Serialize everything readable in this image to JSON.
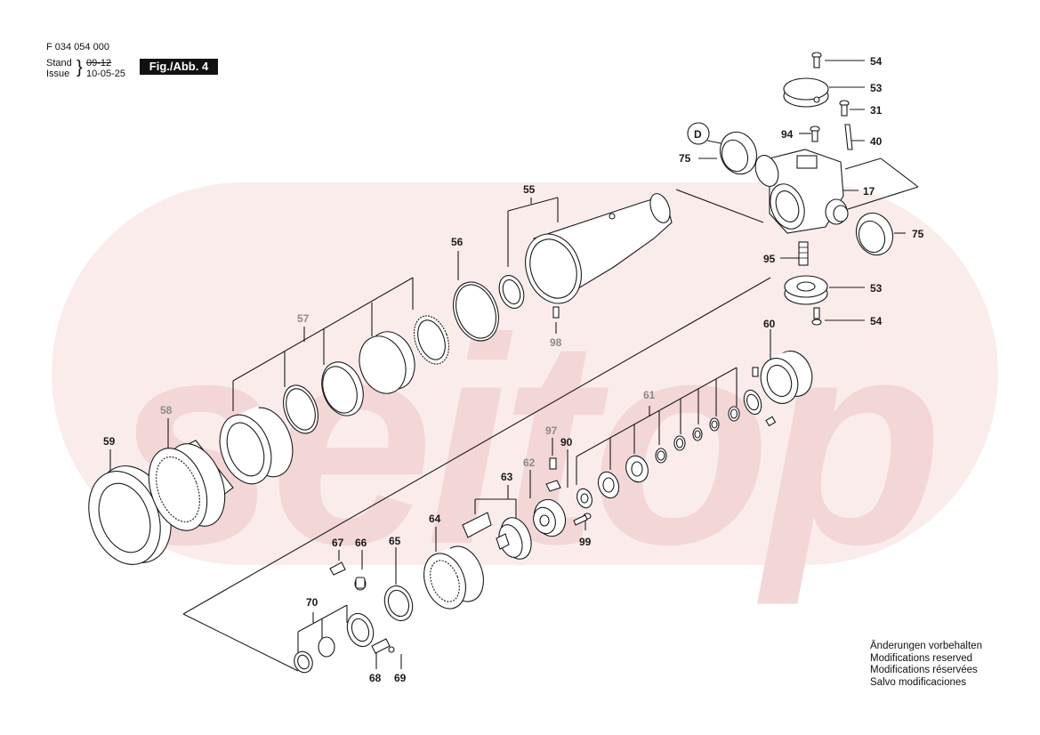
{
  "header": {
    "part_number": "F 034 054 000",
    "stand_label": "Stand",
    "issue_label": "Issue",
    "old_date": "09-12",
    "new_date": "10-05-25",
    "figure_label": "Fig./Abb. 4"
  },
  "watermark": {
    "text": "seitop",
    "color": "#f6dcdc"
  },
  "notes": [
    "Änderungen vorbehalten",
    "Modifications reserved",
    "Modifications réservées",
    "Salvo modificaciones"
  ],
  "callouts": {
    "c54a": "54",
    "c53a": "53",
    "c31": "31",
    "c40": "40",
    "c94": "94",
    "cD": "D",
    "c75a": "75",
    "c17": "17",
    "c75b": "75",
    "c95": "95",
    "c53b": "53",
    "c54b": "54",
    "c55": "55",
    "c56": "56",
    "c98": "98",
    "c57": "57",
    "c58": "58",
    "c59": "59",
    "c60": "60",
    "c61": "61",
    "c97": "97",
    "c90": "90",
    "c62": "62",
    "c63": "63",
    "c99": "99",
    "c64": "64",
    "c67": "67",
    "c66": "66",
    "c65": "65",
    "c70": "70",
    "c68": "68",
    "c69": "69"
  },
  "colors": {
    "ink": "#1a1a1a",
    "grey_label": "#8a8a8a",
    "watermark": "#f6dcdc"
  }
}
